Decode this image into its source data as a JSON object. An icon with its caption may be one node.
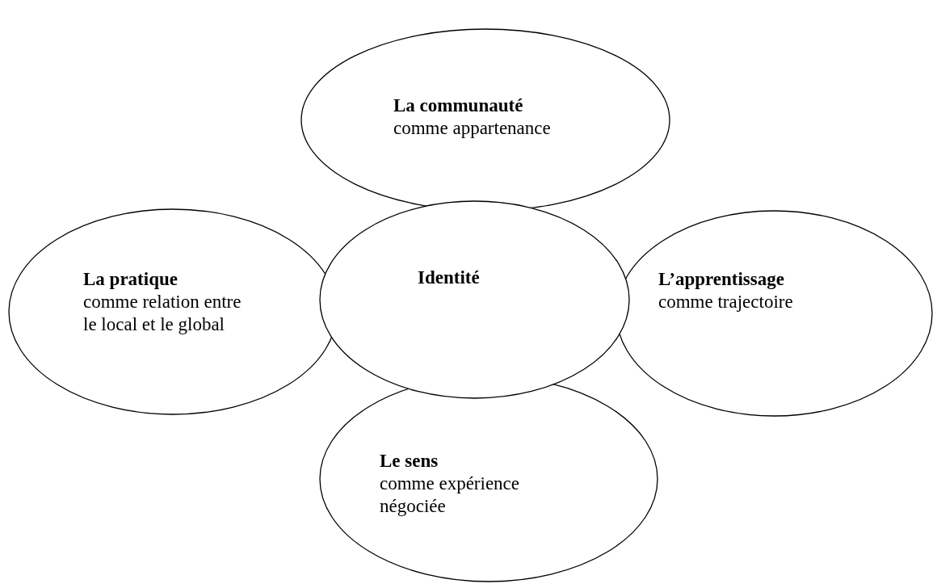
{
  "diagram": {
    "nodes": [
      {
        "text": [
          "La communauté",
          "comme appartenance"
        ]
      },
      {
        "text": [
          "La pratique",
          "comme relation entre le local et le global"
        ]
      },
      {
        "text": [
          "Identité"
        ]
      },
      {
        "text": [
          "L’apprentissage",
          "comme trajectoire"
        ]
      },
      {
        "text": [
          "Le sens",
          "comme expérience négociée"
        ]
      }
    ]
  }
}
